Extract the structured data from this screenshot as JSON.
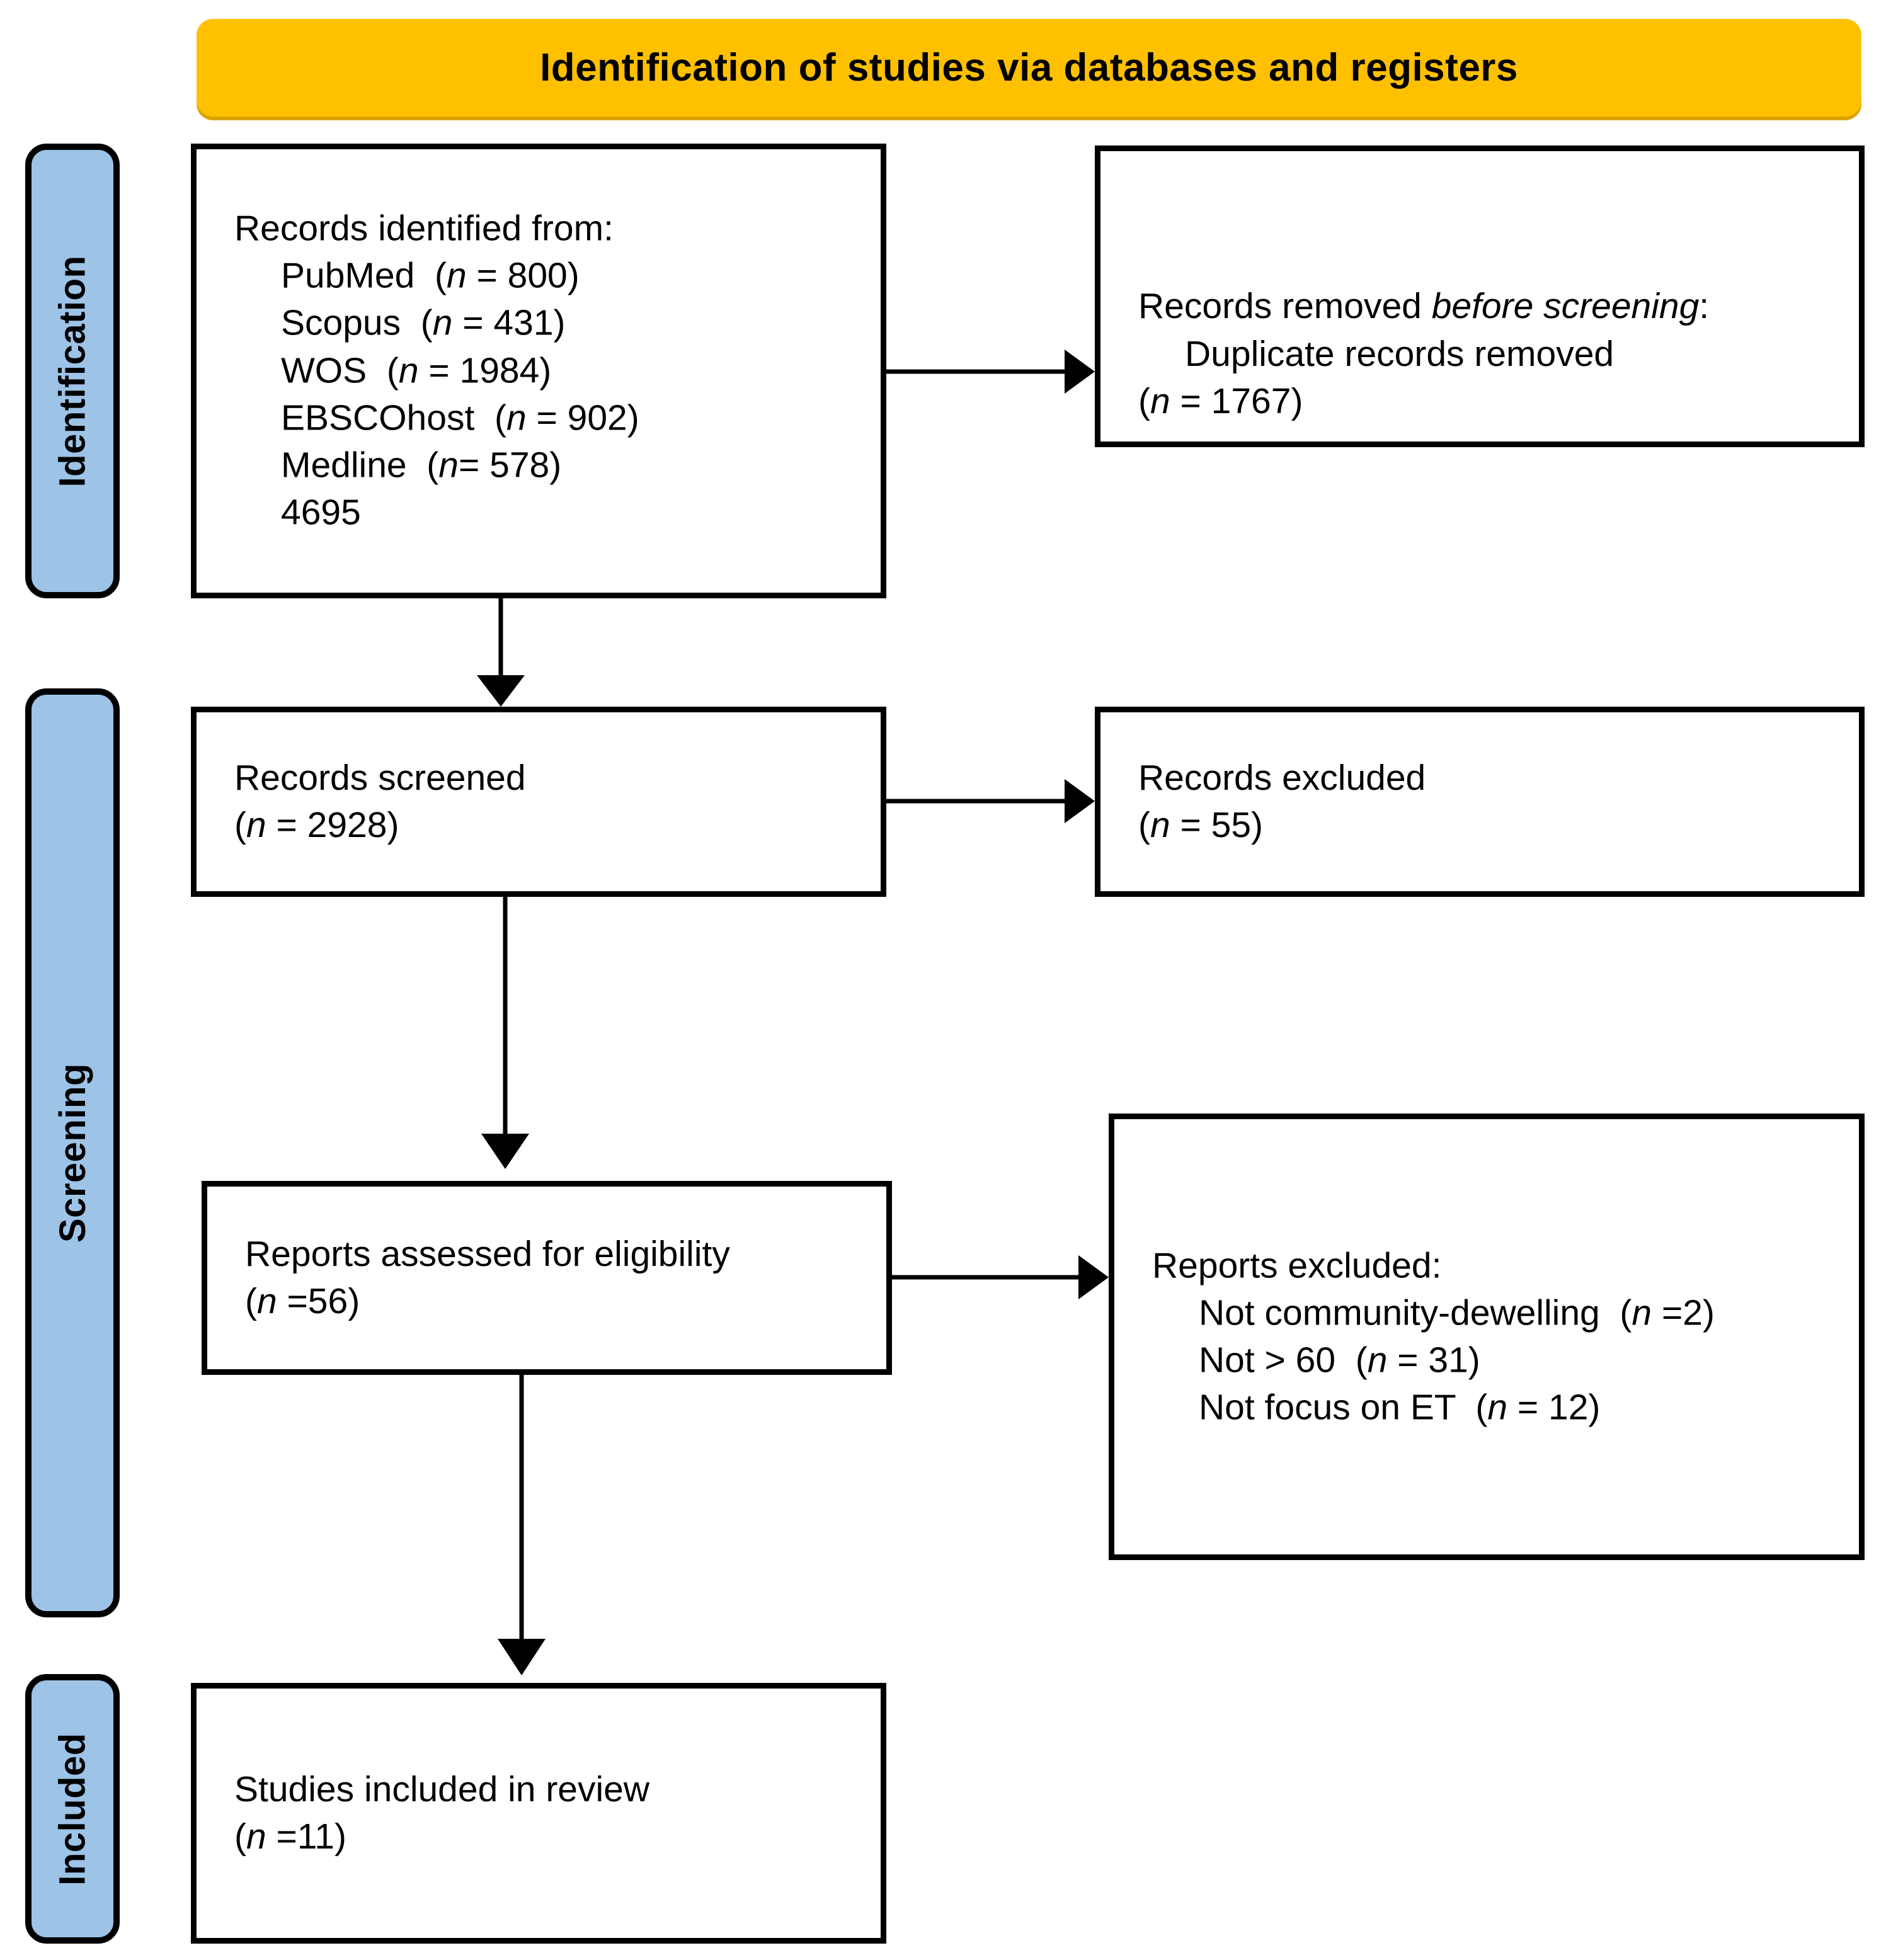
{
  "banner": {
    "title": "Identification of studies via databases and registers",
    "color": "#FFC000"
  },
  "stages": [
    {
      "id": "identification",
      "label": "Identification",
      "color": "#9DC3E6"
    },
    {
      "id": "screening",
      "label": "Screening",
      "color": "#9DC3E6"
    },
    {
      "id": "included",
      "label": "Included",
      "color": "#9DC3E6"
    }
  ],
  "boxes": {
    "records_identified": {
      "heading": "Records identified from:",
      "items": [
        {
          "source": "PubMed",
          "n_text": "(n = 800)",
          "n": 800
        },
        {
          "source": "Scopus",
          "n_text": "(n = 431)",
          "n": 431
        },
        {
          "source": "WOS",
          "n_text": "(n = 1984)",
          "n": 1984
        },
        {
          "source": "EBSCOhost",
          "n_text": "(n = 902)",
          "n": 902
        },
        {
          "source": "Medline",
          "n_text": "(n= 578)",
          "n": 578
        }
      ],
      "total": "4695"
    },
    "records_removed": {
      "heading_plain": "Records removed ",
      "heading_italic": "before screening",
      "heading_tail": ":",
      "detail": "Duplicate records removed",
      "n_text": "(n = 1767)",
      "n": 1767
    },
    "records_screened": {
      "heading": "Records screened",
      "n_text": "(n = 2928)",
      "n": 2928
    },
    "records_excluded": {
      "heading": "Records excluded",
      "n_text": "(n = 55)",
      "n": 55
    },
    "reports_assessed": {
      "heading": "Reports assessed for eligibility",
      "n_text": "(n =56)",
      "n": 56
    },
    "reports_excluded": {
      "heading": "Reports excluded:",
      "reasons": [
        {
          "reason": "Not community-dewelling",
          "n_text": "(n =2)",
          "n": 2
        },
        {
          "reason": "Not > 60",
          "n_text": "(n = 31)",
          "n": 31
        },
        {
          "reason": "Not focus on ET",
          "n_text": "(n = 12)",
          "n": 12
        }
      ]
    },
    "studies_included": {
      "heading": "Studies included in review",
      "n_text": "(n =11)",
      "n": 11
    }
  },
  "connectors": [
    {
      "id": "identified-to-removed",
      "from": "records_identified",
      "to": "records_removed",
      "direction": "right"
    },
    {
      "id": "identified-to-screened",
      "from": "records_identified",
      "to": "records_screened",
      "direction": "down"
    },
    {
      "id": "screened-to-excluded",
      "from": "records_screened",
      "to": "records_excluded",
      "direction": "right"
    },
    {
      "id": "screened-to-assessed",
      "from": "records_screened",
      "to": "reports_assessed",
      "direction": "down"
    },
    {
      "id": "assessed-to-excluded",
      "from": "reports_assessed",
      "to": "reports_excluded",
      "direction": "right"
    },
    {
      "id": "assessed-to-included",
      "from": "reports_assessed",
      "to": "studies_included",
      "direction": "down"
    }
  ]
}
